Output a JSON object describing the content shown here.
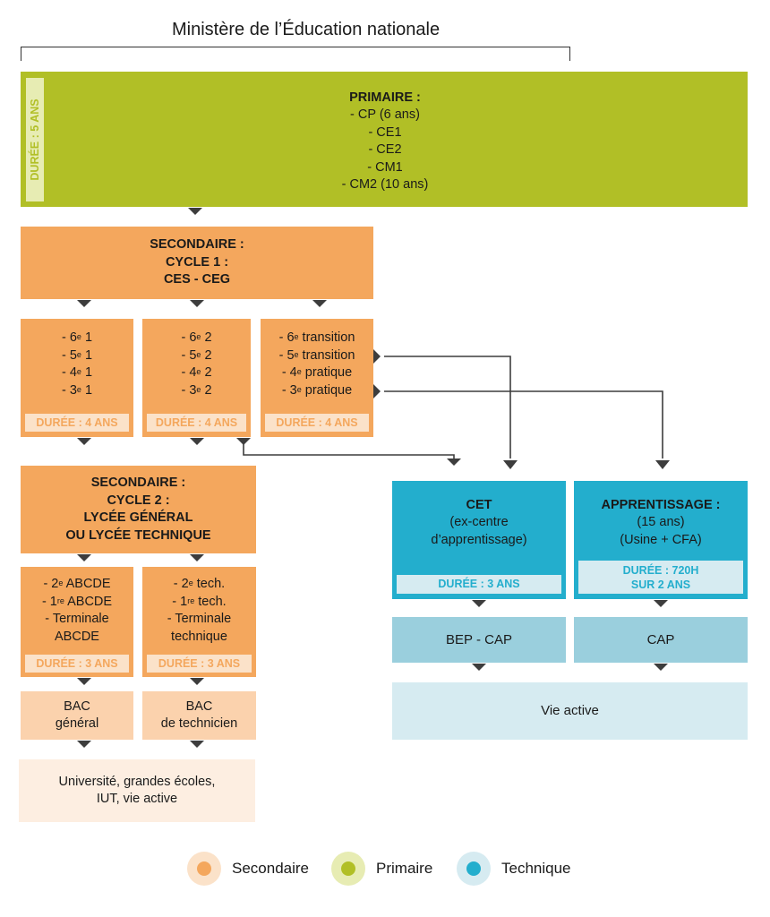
{
  "header": {
    "title": "Ministère de l’Éducation nationale"
  },
  "colors": {
    "primaire": "#b1bf26",
    "primaire_light": "#e7ecb3",
    "secondaire": "#f4a75d",
    "secondaire_light": "#fbe2c9",
    "secondaire_pale": "#fdeee1",
    "technique": "#23aecd",
    "technique_mid": "#9acfdd",
    "technique_pale": "#d6ebf1",
    "arrow": "#3d3d3d"
  },
  "primaire": {
    "duration": "DURÉE : 5 ANS",
    "title": "PRIMAIRE :",
    "levels": [
      "- CP (6 ans)",
      "- CE1",
      "- CE2",
      "- CM1",
      "- CM2 (10 ans)"
    ]
  },
  "cycle1": {
    "lines": [
      "SECONDAIRE :",
      "CYCLE 1 :",
      "CES - CEG"
    ]
  },
  "cycle1_tracks": [
    {
      "items": [
        "- 6",
        "- 5",
        "- 4",
        "- 3"
      ],
      "sup": "e",
      "suffixes": [
        " 1",
        " 1",
        " 1",
        " 1"
      ],
      "duration": "DURÉE : 4 ANS"
    },
    {
      "items": [
        "- 6",
        "- 5",
        "- 4",
        "- 3"
      ],
      "sup": "e",
      "suffixes": [
        " 2",
        " 2",
        " 2",
        " 2"
      ],
      "duration": "DURÉE : 4 ANS"
    },
    {
      "items": [
        "- 6",
        "- 5",
        "- 4",
        "- 3"
      ],
      "sup": "e",
      "suffixes": [
        " transition",
        " transition",
        " pratique",
        " pratique"
      ],
      "duration": "DURÉE : 4 ANS"
    }
  ],
  "cycle2": {
    "lines": [
      "SECONDAIRE :",
      "CYCLE 2 :",
      "LYCÉE GÉNÉRAL",
      "OU LYCÉE TECHNIQUE"
    ]
  },
  "lycee_general": {
    "l1_pre": "- 2",
    "l1_sup": "e",
    "l1_post": " ABCDE",
    "l2_pre": "- 1",
    "l2_sup": "re",
    "l2_post": " ABCDE",
    "l3": "- Terminale",
    "l4": "ABCDE",
    "duration": "DURÉE : 3 ANS"
  },
  "lycee_technique": {
    "l1_pre": "- 2",
    "l1_sup": "e",
    "l1_post": " tech.",
    "l2_pre": "- 1",
    "l2_sup": "re",
    "l2_post": " tech.",
    "l3": "- Terminale",
    "l4": "technique",
    "duration": "DURÉE : 3 ANS"
  },
  "bac_general": {
    "lines": [
      "BAC",
      "général"
    ]
  },
  "bac_technicien": {
    "lines": [
      "BAC",
      "de technicien"
    ]
  },
  "universite": {
    "lines": [
      "Université, grandes écoles,",
      "IUT, vie active"
    ]
  },
  "cet": {
    "title": "CET",
    "lines": [
      "(ex-centre",
      "d’apprentissage)"
    ],
    "duration": "DURÉE : 3 ANS"
  },
  "apprentissage": {
    "title": "APPRENTISSAGE :",
    "lines": [
      "(15 ans)",
      "(Usine + CFA)"
    ],
    "duration_lines": [
      "DURÉE : 720H",
      "SUR 2 ANS"
    ]
  },
  "bep_cap": {
    "label": "BEP - CAP"
  },
  "cap": {
    "label": "CAP"
  },
  "vie_active": {
    "label": "Vie active"
  },
  "legend": [
    {
      "label": "Secondaire",
      "icon": "secondaire-dot"
    },
    {
      "label": "Primaire",
      "icon": "primaire-dot"
    },
    {
      "label": "Technique",
      "icon": "technique-dot"
    }
  ]
}
